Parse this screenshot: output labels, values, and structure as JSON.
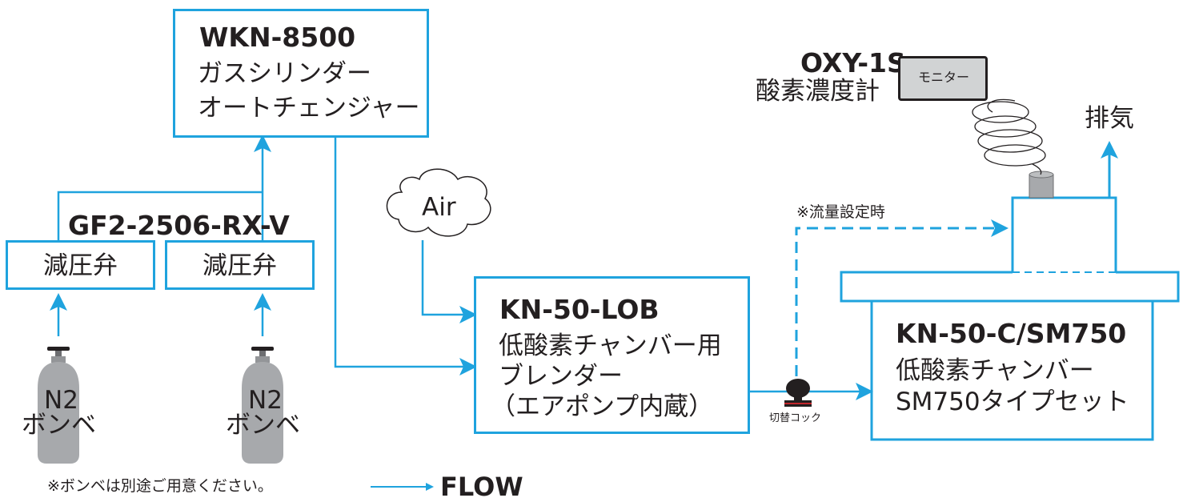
{
  "autochanger": {
    "model": "WKN-8500",
    "line1": "ガスシリンダー",
    "line2": "オートチェンジャー"
  },
  "regulator_group": {
    "model": "GF2-2506-RX-V"
  },
  "regulators": [
    {
      "label": "減圧弁"
    },
    {
      "label": "減圧弁"
    }
  ],
  "cylinders": [
    {
      "line1": "N2",
      "line2": "ボンベ"
    },
    {
      "line1": "N2",
      "line2": "ボンベ"
    }
  ],
  "cylinder_note": "※ボンベは別途ご用意ください。",
  "air": {
    "label": "Air"
  },
  "blender": {
    "model": "KN-50-LOB",
    "line1": "低酸素チャンバー用",
    "line2": "ブレンダー",
    "line3": "（エアポンプ内蔵）"
  },
  "switch_cock": {
    "label": "切替コック"
  },
  "flow_setting_note": "※流量設定時",
  "chamber": {
    "model": "KN-50-C/SM750",
    "line1": "低酸素チャンバー",
    "line2": "SM750タイプセット"
  },
  "oxygen_meter": {
    "model": "OXY-1S",
    "label": "酸素濃度計",
    "monitor_label": "モニター"
  },
  "exhaust": {
    "label": "排気"
  },
  "legend": {
    "label": "FLOW"
  },
  "colors": {
    "flow": "#1fa3de",
    "cylinder": "#a7a9ac",
    "text": "#231f20"
  }
}
